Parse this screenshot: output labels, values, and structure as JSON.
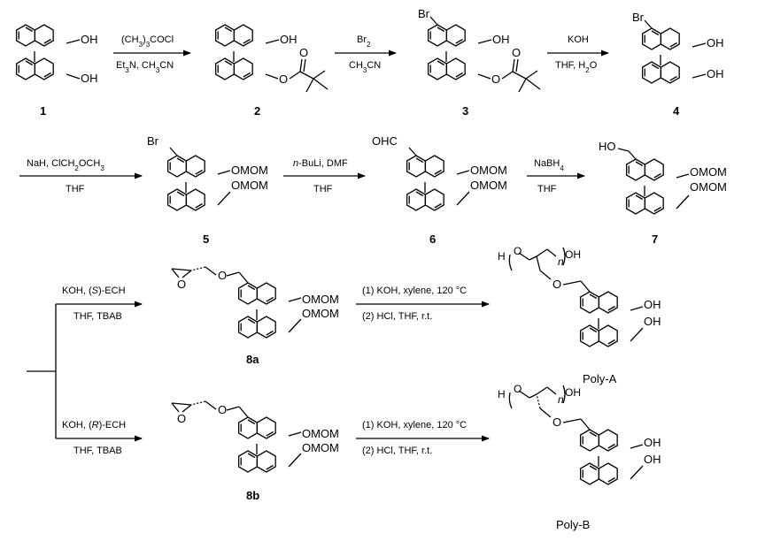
{
  "compounds": {
    "c1": {
      "number": "1",
      "oh_top": "OH",
      "oh_bottom": "OH"
    },
    "c2": {
      "number": "2",
      "oh": "OH",
      "o": "O"
    },
    "c3": {
      "number": "3",
      "br": "Br",
      "oh": "OH",
      "o": "O"
    },
    "c4": {
      "number": "4",
      "br": "Br",
      "oh_top": "OH",
      "oh_bottom": "OH"
    },
    "c5": {
      "number": "5",
      "br": "Br",
      "omom_top": "OMOM",
      "omom_bottom": "OMOM"
    },
    "c6": {
      "number": "6",
      "cho": "OHC",
      "omom_top": "OMOM",
      "omom_bottom": "OMOM"
    },
    "c7": {
      "number": "7",
      "ho": "HO",
      "omom_top": "OMOM",
      "omom_bottom": "OMOM"
    },
    "c8a": {
      "number": "8a",
      "o_ring": "O",
      "o_link": "O",
      "omom_top": "OMOM",
      "omom_bottom": "OMOM"
    },
    "c8b": {
      "number": "8b",
      "o_ring": "O",
      "o_link": "O",
      "omom_top": "OMOM",
      "omom_bottom": "OMOM"
    },
    "polyA": {
      "name": "Poly-A",
      "h": "H",
      "o_chain": "O",
      "n": "n",
      "oh_end": "OH",
      "o_link": "O",
      "oh_top": "OH",
      "oh_bottom": "OH"
    },
    "polyB": {
      "name": "Poly-B",
      "h": "H",
      "o_chain": "O",
      "n": "n",
      "oh_end": "OH",
      "o_link": "O",
      "oh_top": "OH",
      "oh_bottom": "OH"
    }
  },
  "reactions": {
    "r1": {
      "above": "(CH3)3COCl",
      "below": "Et3N, CH3CN"
    },
    "r2": {
      "above": "Br2",
      "below": "CH3CN"
    },
    "r3": {
      "above": "KOH",
      "below": "THF, H2O"
    },
    "r4": {
      "above": "NaH, ClCH2OCH3",
      "below": "THF"
    },
    "r5": {
      "above_prefix": "n",
      "above": "-BuLi, DMF",
      "below": "THF"
    },
    "r6": {
      "above": "NaBH4",
      "below": "THF"
    },
    "r7a": {
      "above_prefix": "KOH, (",
      "above_stereo": "S",
      "above_suffix": ")-ECH",
      "below": "THF, TBAB"
    },
    "r7b": {
      "above_prefix": "KOH, (",
      "above_stereo": "R",
      "above_suffix": ")-ECH",
      "below": "THF, TBAB"
    },
    "r8a": {
      "step1": "(1) KOH, xylene, 120 °C",
      "step2": "(2) HCl, THF, r.t."
    },
    "r8b": {
      "step1": "(1) KOH, xylene, 120 °C",
      "step2": "(2) HCl, THF, r.t."
    }
  }
}
